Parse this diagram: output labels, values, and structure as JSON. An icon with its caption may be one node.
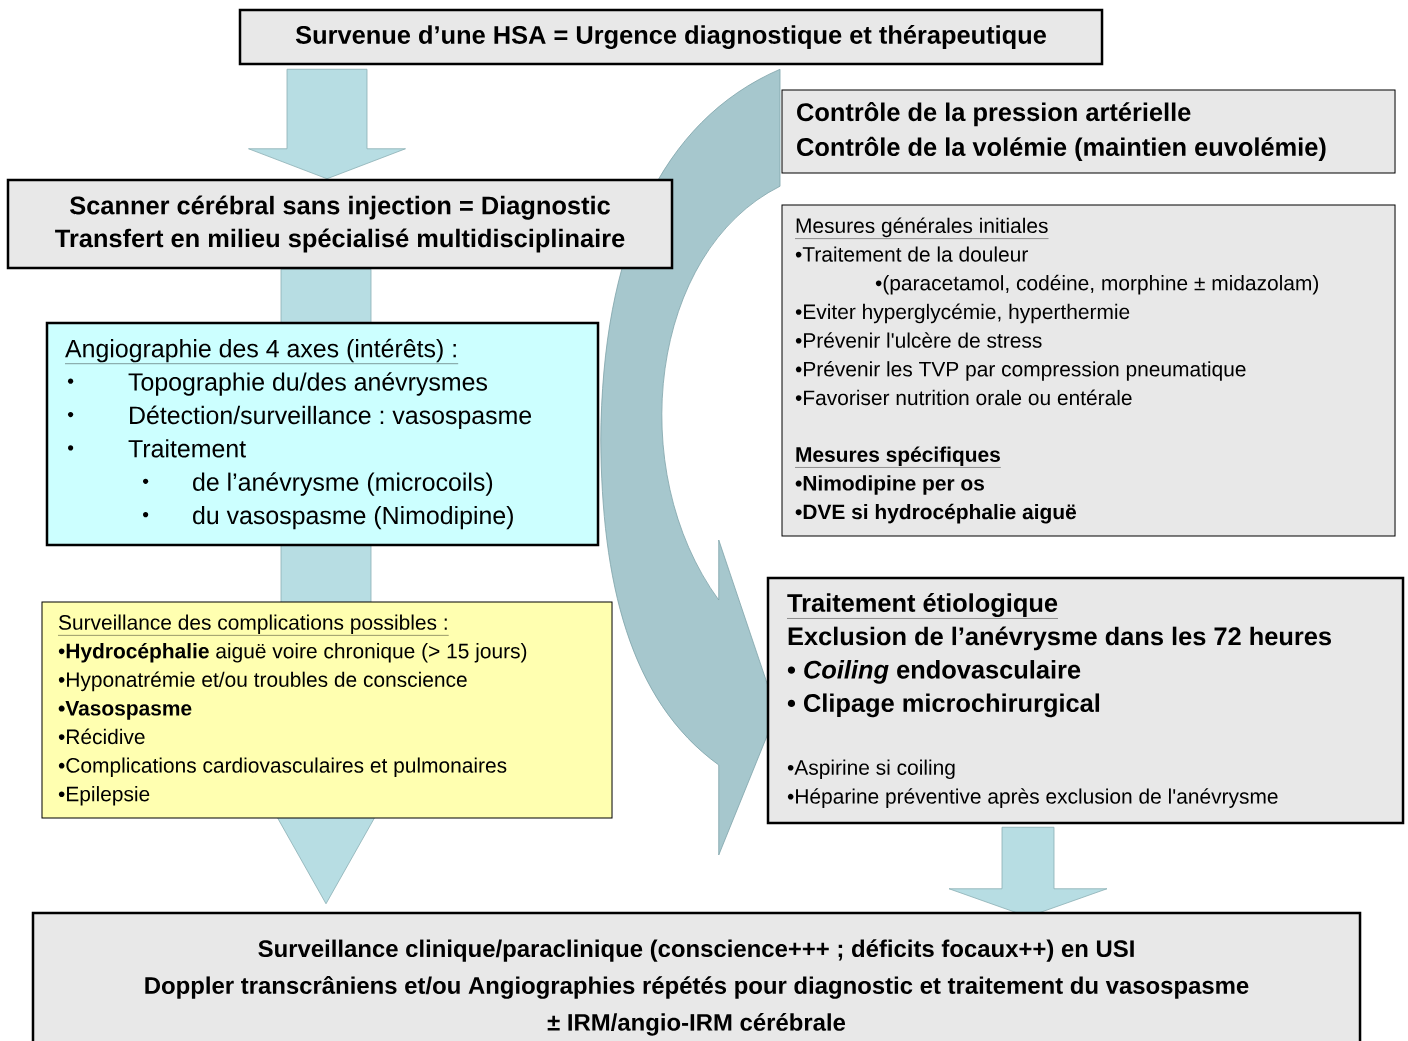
{
  "diagram": {
    "nodes": [
      {
        "text": [
          "Survenue d’une HSA = Urgence diagnostique et thérapeutique"
        ]
      },
      {
        "text": [
          "Scanner cérébral sans injection = Diagnostic",
          "Transfert en milieu spécialisé multidisciplinaire"
        ]
      },
      {
        "text": [
          "Angiographie des 4 axes (intérêts) :",
          "Topographie du/des anévrysmes",
          "Détection/surveillance : vasospasme",
          "Traitement",
          "de l’anévrysme (microcoils)",
          "du vasospasme (Nimodipine)"
        ]
      },
      {
        "text": [
          "Contrôle de la pression artérielle",
          "Contrôle de la volémie (maintien euvolémie)"
        ]
      },
      {
        "text": [
          "Mesures générales initiales",
          "•Traitement de la douleur",
          "•(paracetamol, codéine, morphine ± midazolam)",
          "•Eviter hyperglycémie, hyperthermie",
          "•Prévenir l'ulcère de stress",
          "•Prévenir les TVP par compression pneumatique",
          "•Favoriser nutrition orale ou entérale",
          "Mesures spécifiques",
          "•Nimodipine per os",
          "•DVE si hydrocéphalie aiguë"
        ]
      },
      {
        "text": [
          "Surveillance des complications possibles :",
          "•**Hydrocéphalie** aiguë voire chronique (> 15 jours)",
          "•Hyponatrémie et/ou troubles de conscience",
          "•Vasospasme",
          "•Récidive",
          "•Complications cardiovasculaires et pulmonaires",
          "•Epilepsie"
        ]
      },
      {
        "text": [
          "Traitement étiologique",
          "Exclusion de l’anévrysme dans les 72 heures",
          "• *Coiling* endovasculaire",
          "• Clipage microchirurgical",
          "•Aspirine si coiling",
          "•Héparine préventive après exclusion de l'anévrysme"
        ]
      },
      {
        "text": [
          "Surveillance clinique/paraclinique (conscience+++ ; déficits focaux++) en USI",
          "Doppler transcrâniens et/ou Angiographies répétés pour diagnostic et traitement du vasospasme",
          "± IRM/angio-IRM cérébrale"
        ]
      }
    ],
    "edges": [
      {
        "from": 0,
        "to": 1,
        "arrow": "to"
      },
      {
        "from": 1,
        "to": 7,
        "arrow": "to"
      },
      {
        "from": 0,
        "to": 6,
        "arrow": "to"
      },
      {
        "from": 6,
        "to": 7,
        "arrow": "to"
      }
    ]
  }
}
